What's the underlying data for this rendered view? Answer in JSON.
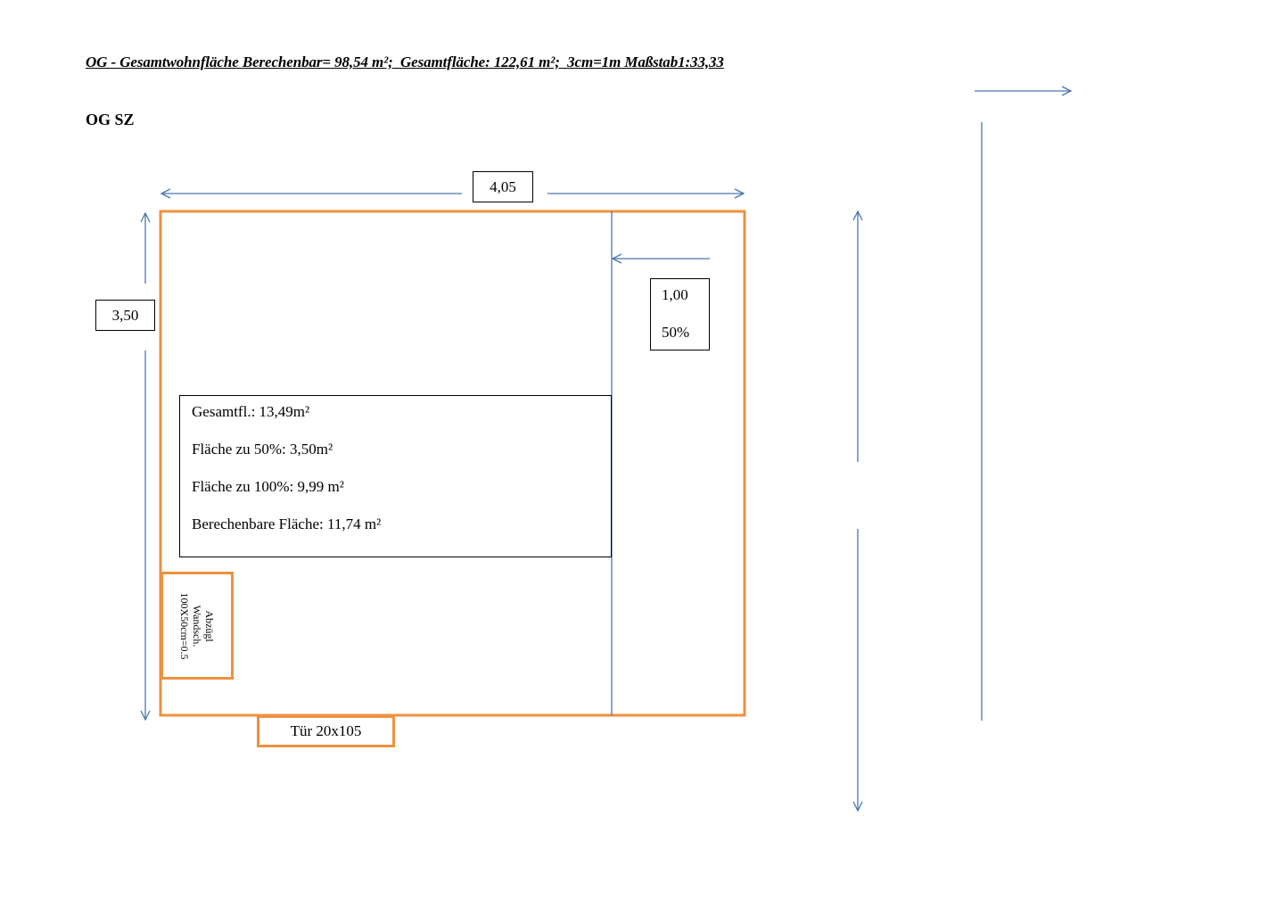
{
  "header": {
    "title": "OG - Gesamtwohnfläche Berechenbar= 98,54 m²;  Gesamtfläche: 122,61 m²;  3cm=1m Maßstab1:33,33",
    "room": "OG SZ"
  },
  "dimensions": {
    "width_label": "4,05",
    "height_label": "3,50",
    "slope_width_label": "1,00",
    "slope_percent_label": "50%"
  },
  "areas": {
    "total": "Gesamtfl.: 13,49m²",
    "at_50": "Fläche zu 50%: 3,50m²",
    "at_100": "Fläche zu 100%: 9,99 m²",
    "countable": "Berechenbare Fläche: 11,74 m²"
  },
  "wall_deduction": {
    "line1": "Abzügl",
    "line2": "Wandsch.",
    "line3": "100X50cm=0.5"
  },
  "door": {
    "label": "Tür 20x105"
  },
  "colors": {
    "wall": "#ED9140",
    "arrow": "#4A76B0",
    "text": "#000000"
  }
}
